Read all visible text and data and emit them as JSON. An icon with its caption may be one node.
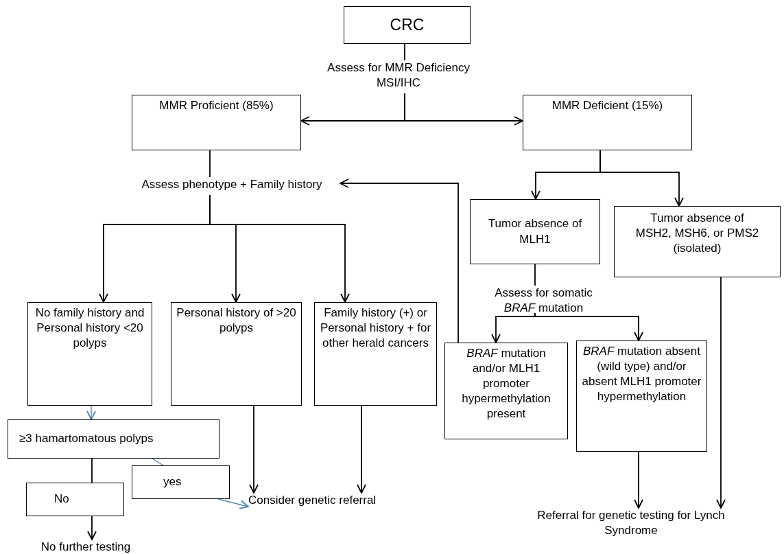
{
  "diagram": {
    "nodes": [
      {
        "text": [
          "CRC"
        ]
      },
      {
        "text": [
          "Assess for MMR Deficiency MSI/IHC"
        ]
      },
      {
        "text": [
          "MMR Proficient (85%)"
        ]
      },
      {
        "text": [
          "MMR Deficient (15%)"
        ]
      },
      {
        "text": [
          "Assess phenotype + Family history"
        ]
      },
      {
        "text": [
          "Tumor absence of MLH1"
        ]
      },
      {
        "text": [
          "Tumor absence of MSH2, MSH6, or PMS2 (isolated)"
        ]
      },
      {
        "text": [
          "No family history and Personal history <20 polyps"
        ]
      },
      {
        "text": [
          "Personal history of >20 polyps"
        ]
      },
      {
        "text": [
          "Family history (+) or Personal history + for other herald cancers"
        ]
      },
      {
        "text": [
          "Assess for somatic *BRAF* mutation"
        ]
      },
      {
        "text": [
          "*BRAF* mutation and/or MLH1 promoter hypermethylation present"
        ]
      },
      {
        "text": [
          "*BRAF* mutation absent (wild type) and/or absent MLH1 promoter hypermethylation"
        ]
      },
      {
        "text": [
          "≥3 hamartomatous polyps"
        ]
      },
      {
        "text": [
          "yes"
        ]
      },
      {
        "text": [
          "No"
        ]
      },
      {
        "text": [
          "No further testing"
        ]
      },
      {
        "text": [
          "Consider genetic referral"
        ]
      },
      {
        "text": [
          "Referral for genetic testing for Lynch Syndrome"
        ]
      }
    ],
    "edges": [
      {
        "from": 0,
        "to": 1,
        "arrow": "none"
      },
      {
        "from": 1,
        "to": 2,
        "arrow": "to"
      },
      {
        "from": 1,
        "to": 3,
        "arrow": "to"
      },
      {
        "from": 2,
        "to": 4,
        "arrow": "none"
      },
      {
        "from": 4,
        "to": 7,
        "arrow": "to"
      },
      {
        "from": 4,
        "to": 8,
        "arrow": "to"
      },
      {
        "from": 4,
        "to": 9,
        "arrow": "to"
      },
      {
        "from": 11,
        "to": 4,
        "arrow": "to"
      },
      {
        "from": 3,
        "to": 5,
        "arrow": "to"
      },
      {
        "from": 3,
        "to": 6,
        "arrow": "to"
      },
      {
        "from": 5,
        "to": 10,
        "arrow": "none"
      },
      {
        "from": 10,
        "to": 11,
        "arrow": "to"
      },
      {
        "from": 10,
        "to": 12,
        "arrow": "to"
      },
      {
        "from": 7,
        "to": 13,
        "arrow": "to",
        "color": "#4f81bd"
      },
      {
        "from": 13,
        "to": 15,
        "arrow": "none"
      },
      {
        "from": 13,
        "to": 14,
        "arrow": "none",
        "color": "#4f81bd"
      },
      {
        "from": 14,
        "to": 17,
        "arrow": "to",
        "color": "#4f81bd"
      },
      {
        "from": 15,
        "to": 16,
        "arrow": "to"
      },
      {
        "from": 8,
        "to": 17,
        "arrow": "to"
      },
      {
        "from": 9,
        "to": 17,
        "arrow": "to"
      },
      {
        "from": 12,
        "to": 18,
        "arrow": "to"
      },
      {
        "from": 6,
        "to": 18,
        "arrow": "to"
      }
    ]
  }
}
